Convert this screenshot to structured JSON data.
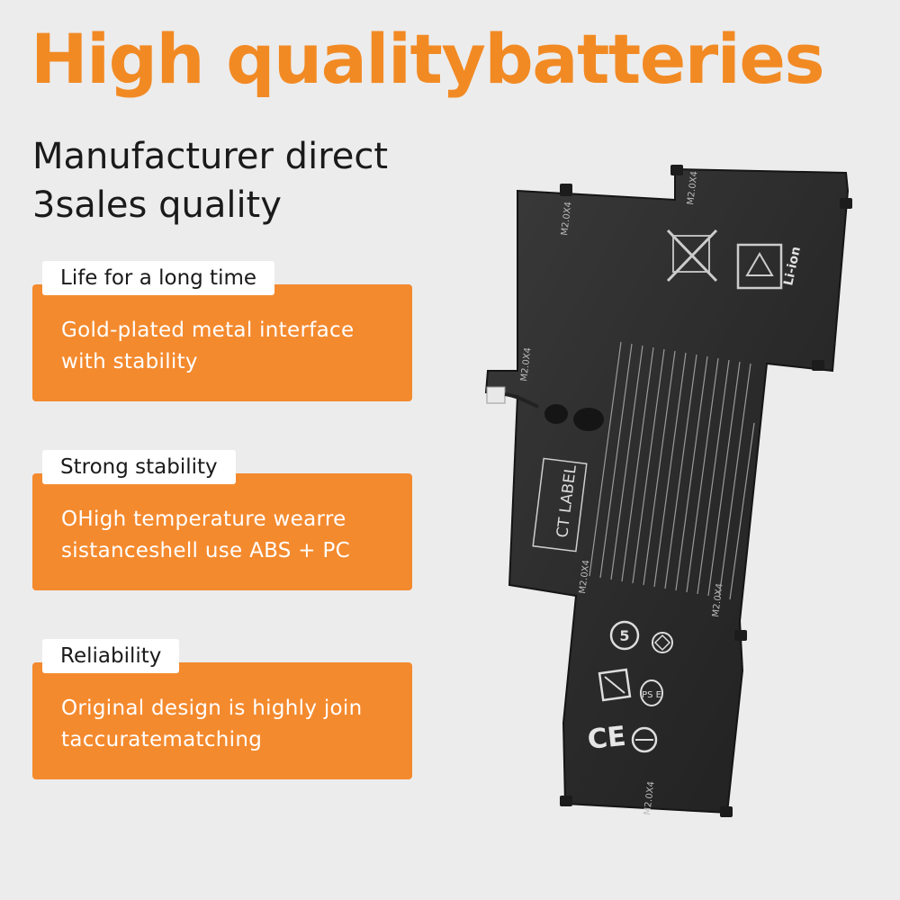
{
  "headline": "High qualitybatteries",
  "subheadline": [
    "Manufacturer direct",
    "3sales quality"
  ],
  "features": [
    {
      "tag": "Life for a long time",
      "text": "Gold-plated metal interface with stability"
    },
    {
      "tag": "Strong stability",
      "text": "OHigh temperature wearre sistanceshell use ABS + PC"
    },
    {
      "tag": "Reliability",
      "text": "Original design is highly join taccuratematching"
    }
  ],
  "battery": {
    "ct_label": "CT LABEL",
    "li_ion": "Li-ion",
    "screw_label": "M2.0X4",
    "cert_ce": "CE",
    "cert_pse": "PS E",
    "cert_5": "5"
  },
  "colors": {
    "accent": "#f48a2e",
    "headline": "#f28a24",
    "battery": "#2b2b2b"
  }
}
